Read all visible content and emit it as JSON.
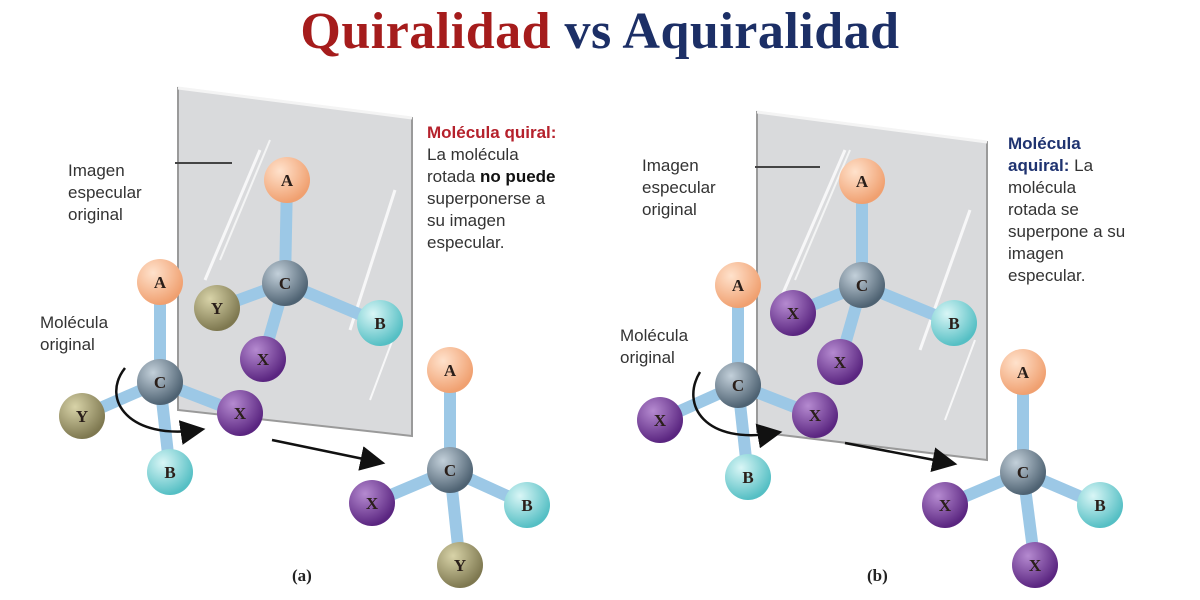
{
  "title": {
    "part1": "Quiralidad",
    "part2": " vs ",
    "part3": "Aquiralidad",
    "colors": {
      "quiralidad": "#a51c1c",
      "aquiralidad": "#1c2f66"
    }
  },
  "panel_a": {
    "label_mirror": [
      "Imagen",
      "especular",
      "original"
    ],
    "label_original": [
      "Molécula",
      "original"
    ],
    "description": {
      "keyword": "Molécula quiral:",
      "text1": " La molécula rotada ",
      "bold": "no puede",
      "text2": " superponerse a su imagen especular."
    },
    "caption": "(a)",
    "original_molecule": {
      "center": "C",
      "top": "A",
      "left": "Y",
      "right": "X",
      "bottom": "B"
    },
    "mirror_molecule": {
      "center": "C",
      "top": "A",
      "left": "Y",
      "right": "B",
      "bottom": "X"
    },
    "rotated_molecule": {
      "center": "C",
      "top": "A",
      "left": "X",
      "right": "B",
      "bottom": "Y"
    }
  },
  "panel_b": {
    "label_mirror": [
      "Imagen",
      "especular",
      "original"
    ],
    "label_original": [
      "Molécula",
      "original"
    ],
    "description": {
      "keyword": "Molécula aquiral:",
      "text1": " La molécula rotada se superpone a su imagen especular."
    },
    "caption": "(b)",
    "original_molecule": {
      "center": "C",
      "top": "A",
      "left": "X",
      "right": "X",
      "bottom": "B"
    },
    "mirror_molecule": {
      "center": "C",
      "top": "A",
      "left": "X",
      "right": "B",
      "bottom": "X"
    },
    "rotated_molecule": {
      "center": "C",
      "top": "A",
      "left": "X",
      "right": "B",
      "bottom": "X"
    }
  },
  "atom_colors": {
    "A": "#f7b48a",
    "B": "#7fd3d6",
    "C": "#6e8494",
    "X": "#7a3f9e",
    "Y": "#a09a6a",
    "bond": "#9cc8e6"
  }
}
